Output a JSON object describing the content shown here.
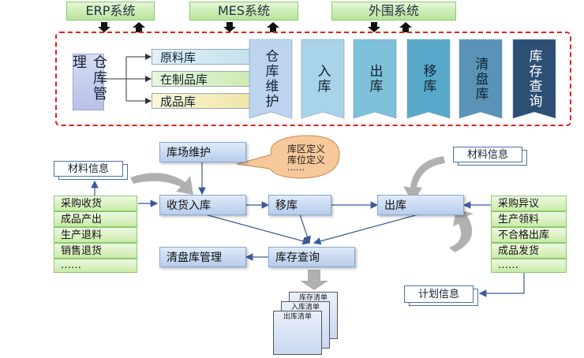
{
  "systems": {
    "erp": "ERP系统",
    "mes": "MES系统",
    "peripheral": "外围系统"
  },
  "warehouse_mgmt": "仓库管理",
  "stores": [
    "原料库",
    "在制品库",
    "成品库"
  ],
  "modules": [
    {
      "label": "仓库维护",
      "color": "#bcd4f0"
    },
    {
      "label": "入库",
      "color": "#a9d3e8"
    },
    {
      "label": "出库",
      "color": "#7fc0da"
    },
    {
      "label": "移库",
      "color": "#58a9c9"
    },
    {
      "label": "清盘库",
      "color": "#5a93b8"
    },
    {
      "label": "库存查询",
      "color": "#2c4f73"
    }
  ],
  "flow": {
    "site_maintenance": "库场维护",
    "zone_def": "库区定义",
    "loc_def": "库位定义",
    "ellipsis": "……",
    "receiving": "收货入库",
    "move": "移库",
    "issue": "出库",
    "stocktake_mgmt": "清盘库管理",
    "inventory_query": "库存查询"
  },
  "left_doc": "材料信息",
  "right_doc": "材料信息",
  "plan_doc": "计划信息",
  "left_list": [
    "采购收货",
    "成品产出",
    "生产退料",
    "销售退货",
    "……"
  ],
  "right_list": [
    "采购异议",
    "生产领料",
    "不合格出库",
    "成品发货",
    "……"
  ],
  "reports": [
    "库存清单",
    "入库清单",
    "出库清单"
  ]
}
